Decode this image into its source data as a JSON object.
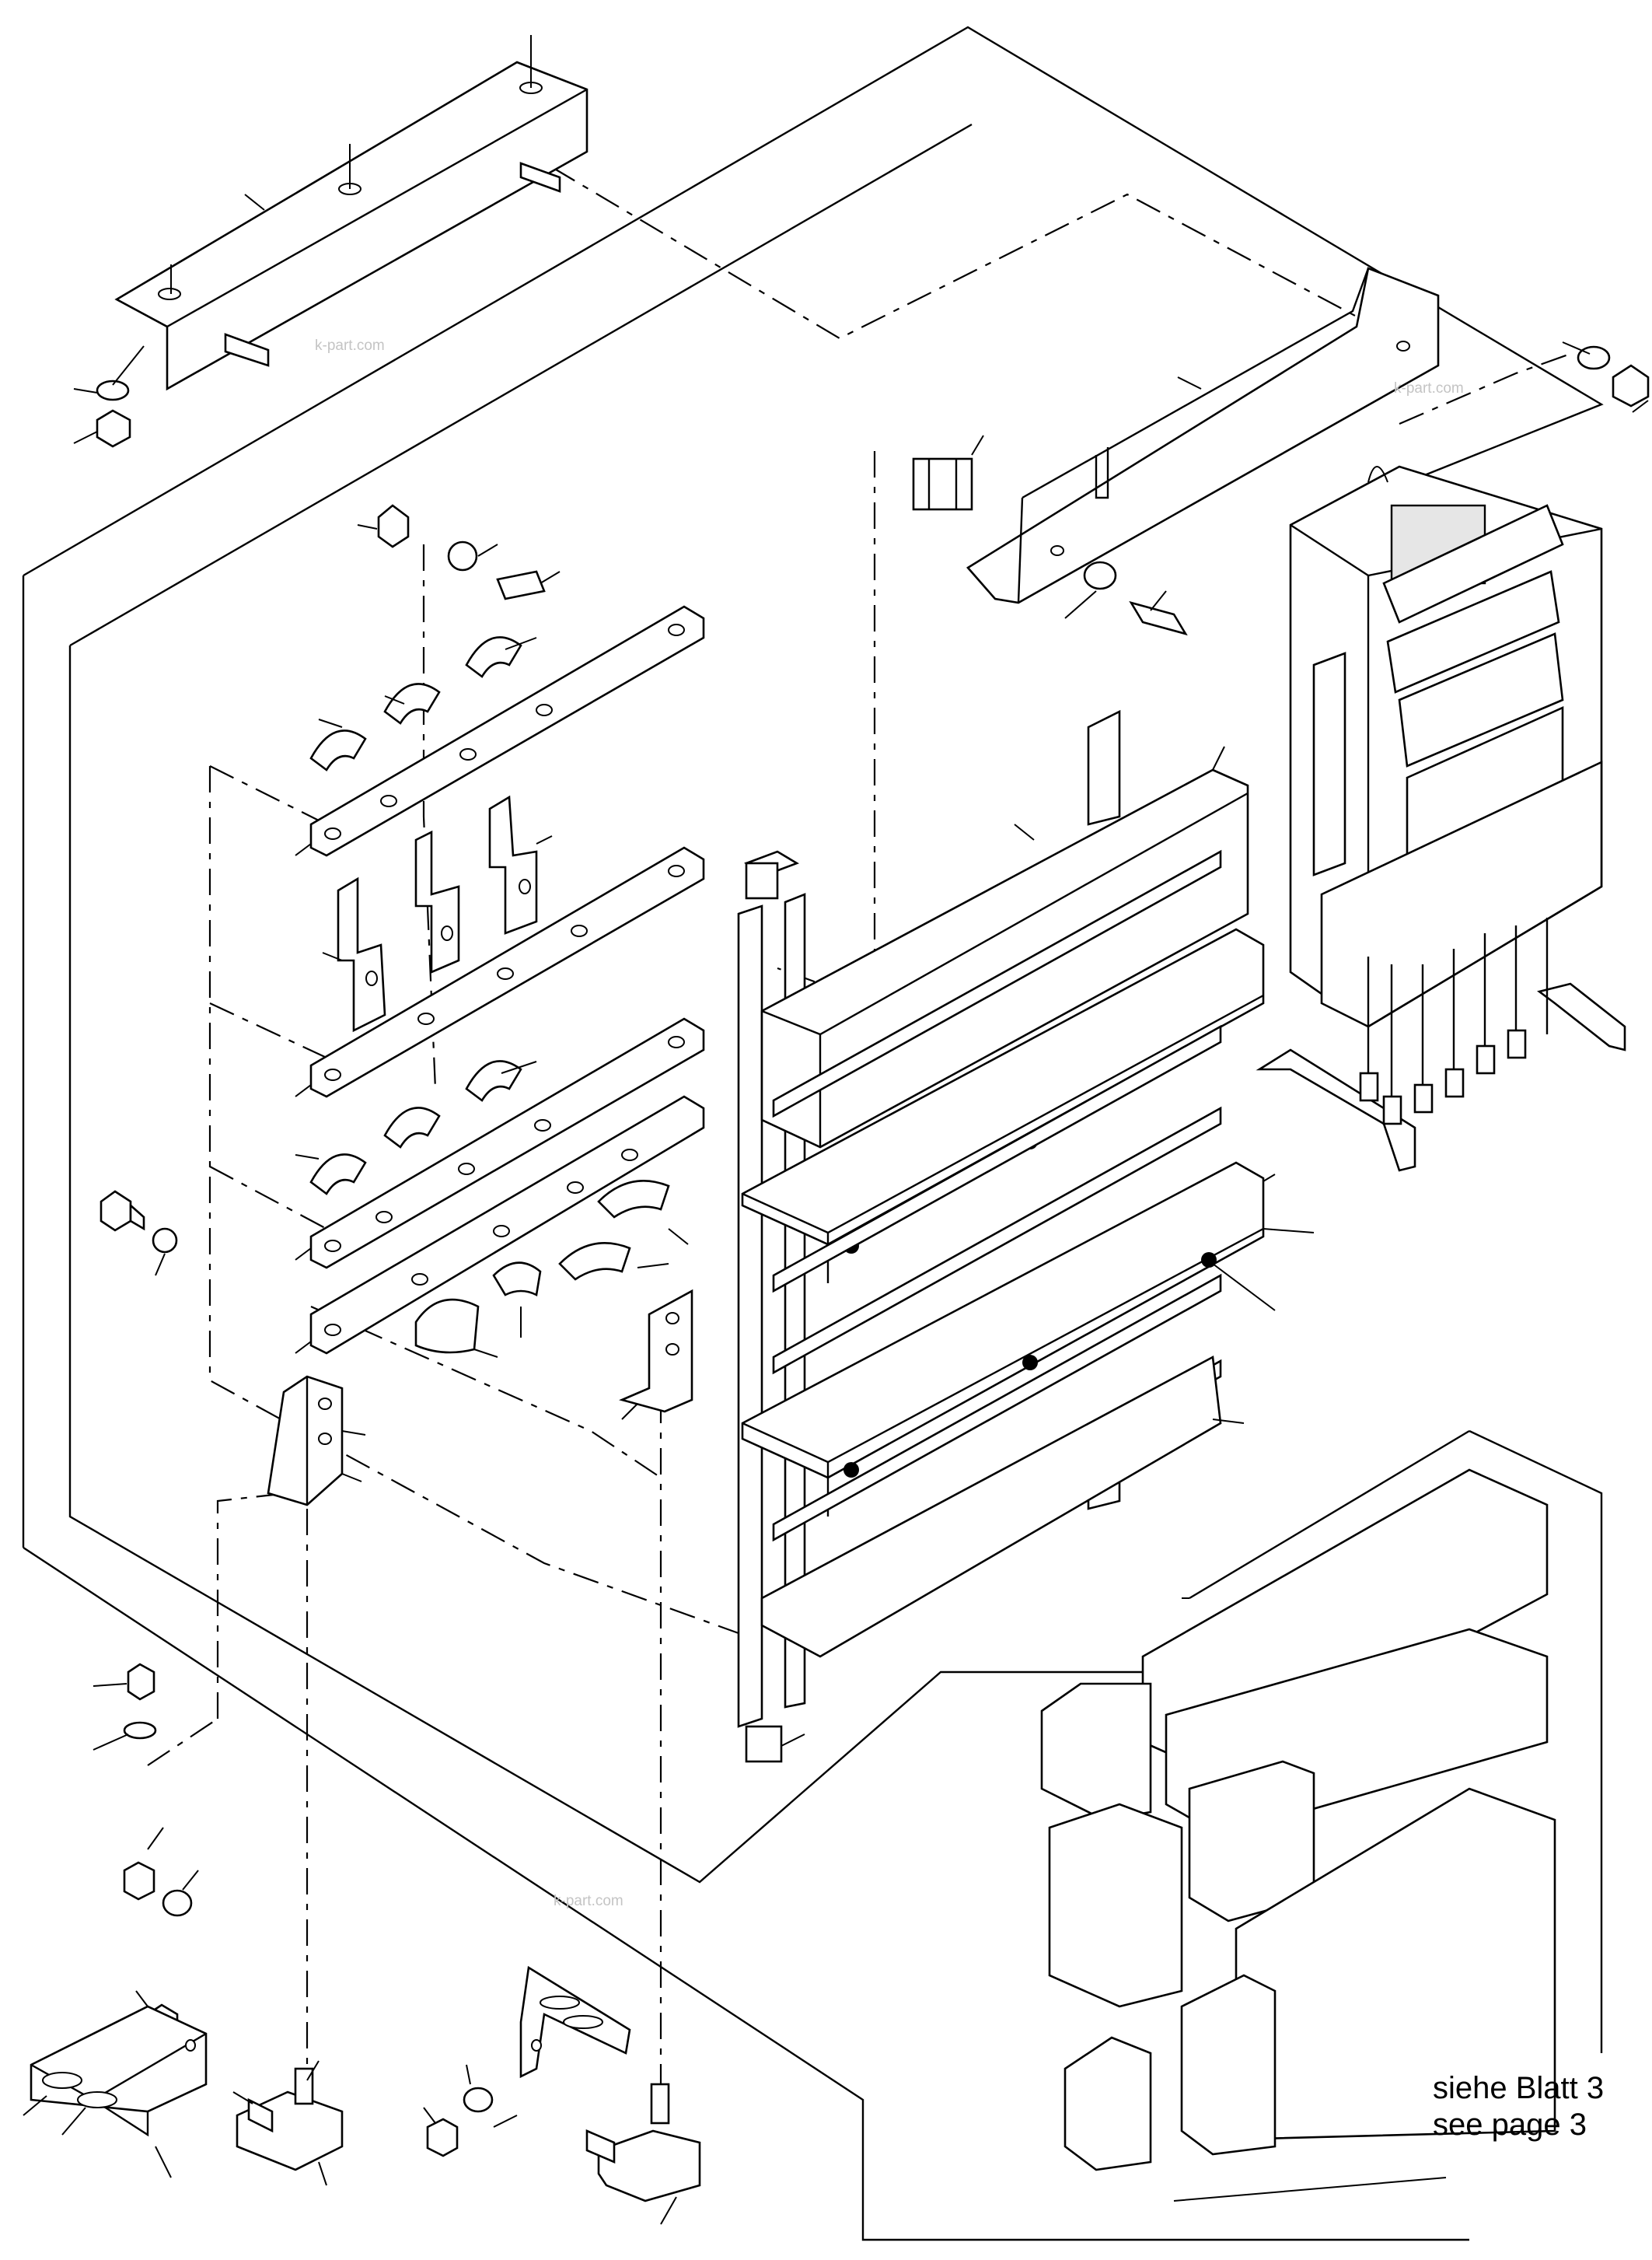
{
  "watermarks": [
    "k-part.com",
    "k-part.com",
    "k-part.com"
  ],
  "reference_note": {
    "line_de": "siehe Blatt 3",
    "line_en": "see page 3"
  }
}
